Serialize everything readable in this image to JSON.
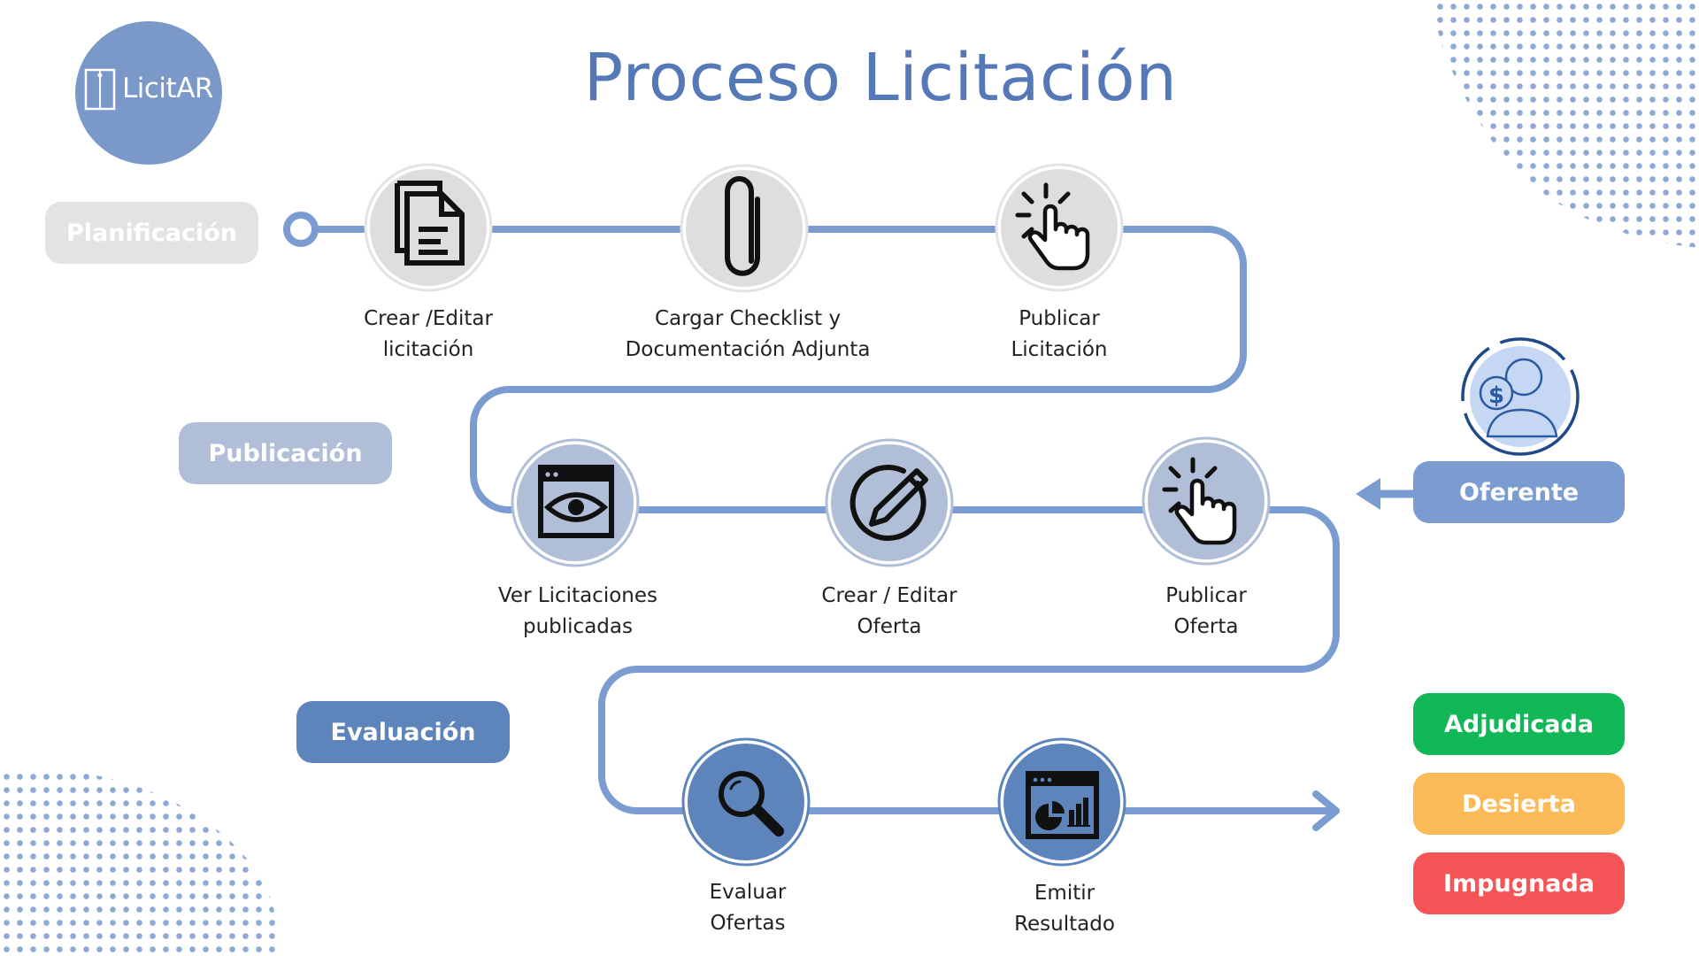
{
  "logo": {
    "text": "LicitAR",
    "icon": "document-icon"
  },
  "title": "Proceso Licitación",
  "stages": {
    "planificacion": "Planificación",
    "publicacion": "Publicación",
    "evaluacion": "Evaluación"
  },
  "steps": [
    {
      "line1": "Crear /Editar",
      "line2": "licitación",
      "icon": "document-icon"
    },
    {
      "line1": "Cargar Checklist y",
      "line2": "Documentación Adjunta",
      "icon": "paperclip-icon"
    },
    {
      "line1": "Publicar",
      "line2": "Licitación",
      "icon": "click-hand-icon"
    },
    {
      "line1": "Ver Licitaciones",
      "line2": "publicadas",
      "icon": "browser-eye-icon"
    },
    {
      "line1": "Crear / Editar",
      "line2": "Oferta",
      "icon": "pencil-icon"
    },
    {
      "line1": "Publicar",
      "line2": "Oferta",
      "icon": "click-hand-icon"
    },
    {
      "line1": "Evaluar",
      "line2": "Ofertas",
      "icon": "magnifier-icon"
    },
    {
      "line1": "Emitir",
      "line2": "Resultado",
      "icon": "report-chart-icon"
    }
  ],
  "actor": {
    "label": "Oferente",
    "icon": "bidder-person-icon"
  },
  "outcomes": {
    "adjudicada": "Adjudicada",
    "desierta": "Desierta",
    "impugnada": "Impugnada"
  },
  "colors": {
    "path": "#7b9cd1",
    "title": "#5578b7",
    "planificacion": "#e3e3e3",
    "publicacion": "#b0bed8",
    "evaluacion": "#5d85bb",
    "adjudicada": "#12b857",
    "desierta": "#fbb957",
    "impugnada": "#f65557",
    "oferente": "#7b9cd1"
  }
}
